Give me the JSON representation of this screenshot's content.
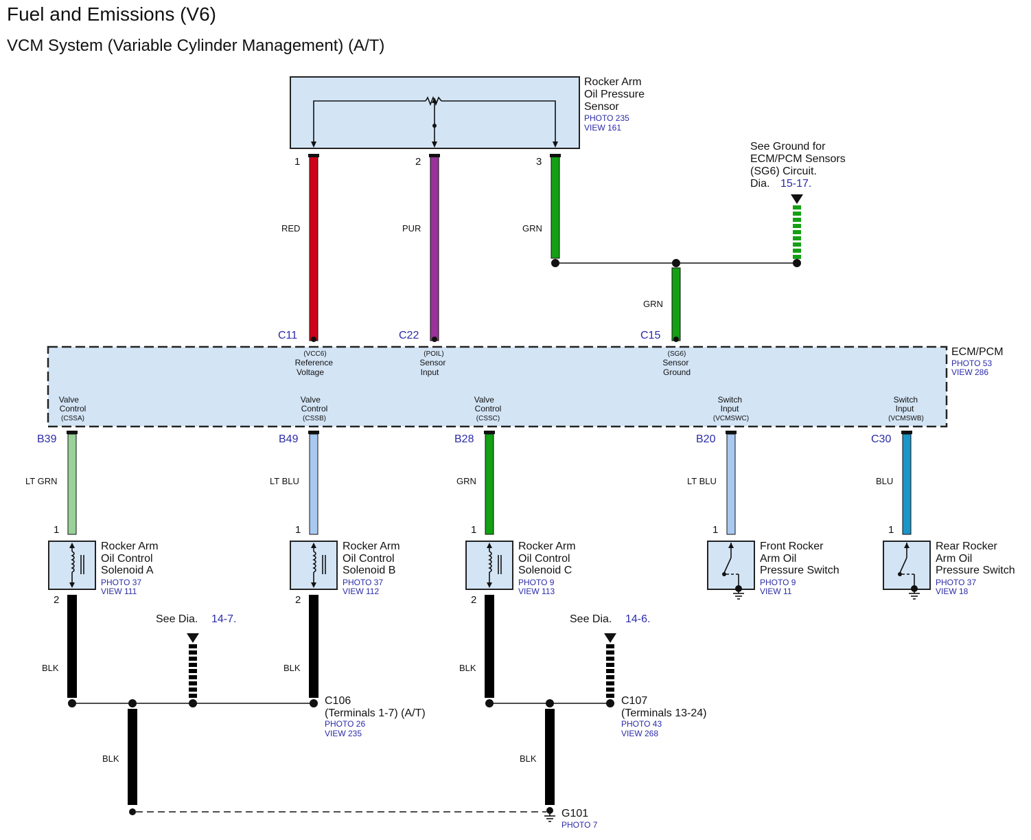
{
  "header": {
    "title": "Fuel and Emissions (V6)",
    "subtitle": "VCM System (Variable Cylinder Management) (A/T)"
  },
  "colors": {
    "box_fill": "#d3e4f5",
    "reference_blue": "#2a2aa8",
    "wire_red": "#d0021b",
    "wire_purple": "#993399",
    "wire_green": "#14a014",
    "wire_lt_green": "#99d199",
    "wire_lt_blue": "#a9c9f0",
    "wire_blue": "#1c95c9",
    "wire_black": "#000000"
  },
  "sensor": {
    "name_lines": [
      "Rocker Arm",
      "Oil Pressure",
      "Sensor"
    ],
    "photo": "PHOTO 235",
    "view": "VIEW 161",
    "pins": [
      "1",
      "2",
      "3"
    ]
  },
  "ground_ref": {
    "lines": [
      "See Ground for",
      "ECM/PCM Sensors",
      "(SG6) Circuit."
    ],
    "dia_prefix": "Dia.",
    "dia_ref": "15-17."
  },
  "ecm": {
    "name": "ECM/PCM",
    "photo": "PHOTO 53",
    "view": "VIEW 286",
    "top_terminals": [
      {
        "conn": "C11",
        "code": "(VCC6)",
        "lines": [
          "Reference",
          "Voltage"
        ],
        "wire": "RED"
      },
      {
        "conn": "C22",
        "code": "(POIL)",
        "lines": [
          "Sensor",
          "Input"
        ],
        "wire": "PUR"
      },
      {
        "conn": "C15",
        "code": "(SG6)",
        "lines": [
          "Sensor",
          "Ground"
        ],
        "wire": "GRN"
      }
    ],
    "sensor_gnd_wire": "GRN",
    "bottom_terminals": [
      {
        "conn": "B39",
        "lines": [
          "Valve",
          "Control"
        ],
        "code": "(CSSA)",
        "wire": "LT GRN"
      },
      {
        "conn": "B49",
        "lines": [
          "Valve",
          "Control"
        ],
        "code": "(CSSB)",
        "wire": "LT BLU"
      },
      {
        "conn": "B28",
        "lines": [
          "Valve",
          "Control"
        ],
        "code": "(CSSC)",
        "wire": "GRN"
      },
      {
        "conn": "B20",
        "lines": [
          "Switch",
          "Input"
        ],
        "code": "(VCMSWC)",
        "wire": "LT BLU"
      },
      {
        "conn": "C30",
        "lines": [
          "Switch",
          "Input"
        ],
        "code": "(VCMSWB)",
        "wire": "BLU"
      }
    ]
  },
  "components": [
    {
      "name_lines": [
        "Rocker Arm",
        "Oil Control",
        "Solenoid A"
      ],
      "photo": "PHOTO 37",
      "view": "VIEW 111",
      "pin_top": "1",
      "pin_bottom": "2"
    },
    {
      "name_lines": [
        "Rocker Arm",
        "Oil Control",
        "Solenoid B"
      ],
      "photo": "PHOTO 37",
      "view": "VIEW 112",
      "pin_top": "1",
      "pin_bottom": "2"
    },
    {
      "name_lines": [
        "Rocker Arm",
        "Oil Control",
        "Solenoid C"
      ],
      "photo": "PHOTO 9",
      "view": "VIEW 113",
      "pin_top": "1",
      "pin_bottom": "2"
    },
    {
      "name_lines": [
        "Front Rocker",
        "Arm Oil",
        "Pressure Switch"
      ],
      "photo": "PHOTO 9",
      "view": "VIEW 11",
      "pin_top": "1"
    },
    {
      "name_lines": [
        "Rear Rocker",
        "Arm Oil",
        "Pressure Switch"
      ],
      "photo": "PHOTO 37",
      "view": "VIEW 18",
      "pin_top": "1"
    }
  ],
  "ground_wires": {
    "sol_a": "BLK",
    "sol_b": "BLK",
    "sol_c": "BLK",
    "c106_down": "BLK",
    "c107_down": "BLK"
  },
  "see_dia_left": {
    "prefix": "See Dia.",
    "ref": "14-7."
  },
  "see_dia_right": {
    "prefix": "See Dia.",
    "ref": "14-6."
  },
  "c106": {
    "name": "C106",
    "detail": "(Terminals 1-7) (A/T)",
    "photo": "PHOTO 26",
    "view": "VIEW 235"
  },
  "c107": {
    "name": "C107",
    "detail": "(Terminals 13-24)",
    "photo": "PHOTO 43",
    "view": "VIEW 268"
  },
  "g101": {
    "name": "G101",
    "photo": "PHOTO 7"
  }
}
